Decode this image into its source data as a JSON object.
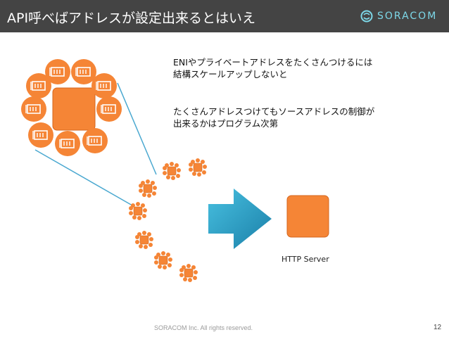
{
  "slide": {
    "title": "API呼べばアドレスが設定出来るとはいえ",
    "logo_text": "SORACOM",
    "notes": [
      {
        "lines": [
          "ENIやプライベートアドレスをたくさんつけるには",
          "結構スケールアップしないと"
        ]
      },
      {
        "lines": [
          "たくさんアドレスつけてもソースアドレスの制御が",
          "出来るかはプログラム次第"
        ]
      }
    ],
    "server_label": "HTTP Server",
    "footer": "SORACOM Inc. All rights reserved.",
    "page_number": "12"
  },
  "colors": {
    "header_bg": "#444444",
    "orange": "#f58536",
    "orange_dark": "#d4661f",
    "arrow_blue": "#2aa0c6",
    "line_blue": "#4aa8d0",
    "logo_cyan": "#7dd8e8"
  },
  "icons": [
    "eni-icon",
    "server-icon",
    "arrow-icon",
    "soracom-logo-icon"
  ]
}
